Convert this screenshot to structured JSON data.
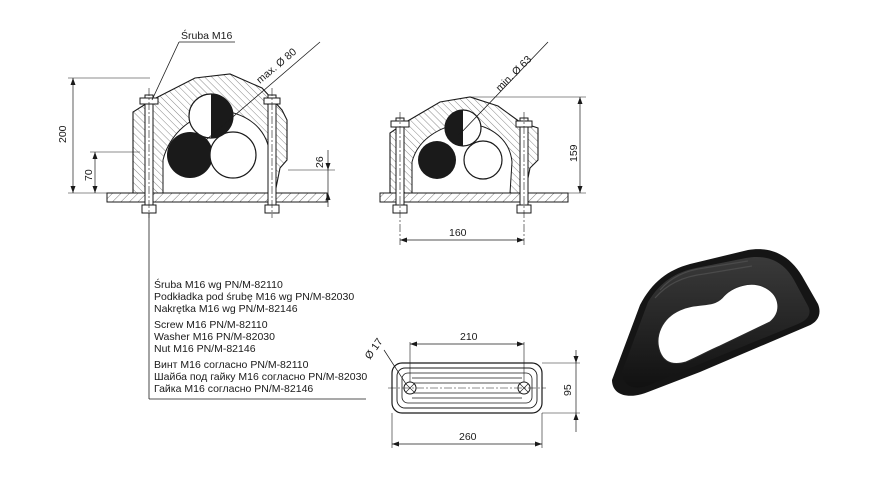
{
  "labels": {
    "screw_callout": "Śruba M16",
    "max_diameter": "max. Ø 80",
    "min_diameter": "min. Ø 63",
    "hole_diameter": "Ø 17"
  },
  "dimensions": {
    "height_total": "200",
    "height_bolt": "70",
    "height_base": "26",
    "height_right_view": "159",
    "width_right_view": "160",
    "width_plan_inner": "210",
    "width_plan_outer": "260",
    "depth_plan": "95"
  },
  "notes": [
    "Śruba M16 wg PN/M-82110",
    "Podkładka pod śrubę M16 wg PN/M-82030",
    "Nakrętka M16 wg PN/M-82146",
    "Screw M16  PN/M-82110",
    "Washer M16 PN/M-82030",
    "Nut M16 PN/M-82146",
    "Винт M16 согласно PN/M-82110",
    "Шайба под гайку M16 согласно PN/M-82030",
    "Гайка M16 согласно PN/M-82146"
  ],
  "colors": {
    "line": "#1a1a1a",
    "hatch": "#555555",
    "product": "#1c1c1c"
  }
}
